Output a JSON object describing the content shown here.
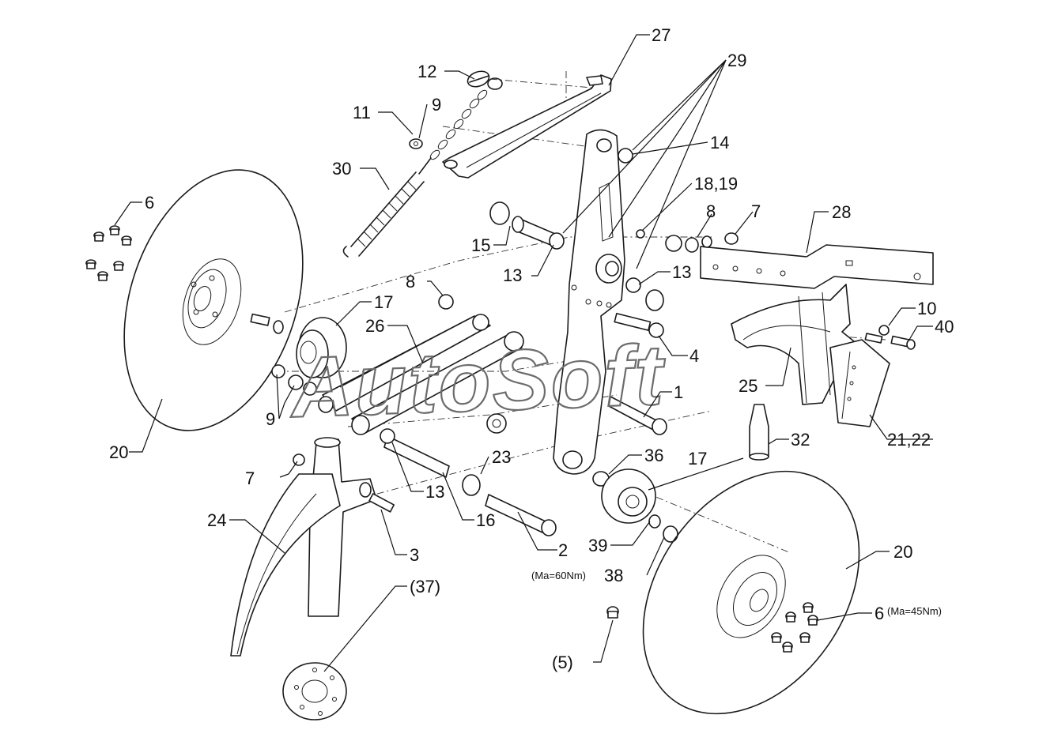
{
  "watermark": "AutoSoft",
  "callouts": {
    "c27": "27",
    "c29": "29",
    "c12": "12",
    "c11": "11",
    "c9a": "9",
    "c30": "30",
    "c14": "14",
    "c18_19": "18,19",
    "c8a": "8",
    "c7a": "7",
    "c28": "28",
    "c6a": "6",
    "c15": "15",
    "c13a": "13",
    "c13b": "13",
    "c8b": "8",
    "c17a": "17",
    "c26": "26",
    "c10": "10",
    "c40": "40",
    "c4": "4",
    "c25": "25",
    "c1": "1",
    "c9b": "9",
    "c20a": "20",
    "c21_22": "21,22",
    "c32": "32",
    "c36": "36",
    "c17b": "17",
    "c23": "23",
    "c7b": "7",
    "c13c": "13",
    "c24": "24",
    "c16": "16",
    "c2": "2",
    "c39": "39",
    "c3": "3",
    "c38": "38",
    "c38_note": "(Ma=60Nm)",
    "c20b": "20",
    "c37": "(37)",
    "c6b": "6",
    "c6b_note": "(Ma=45Nm)",
    "c5": "(5)"
  },
  "colors": {
    "line": "#1a1a1a",
    "watermark": "#6c6c6c",
    "background": "#ffffff"
  }
}
